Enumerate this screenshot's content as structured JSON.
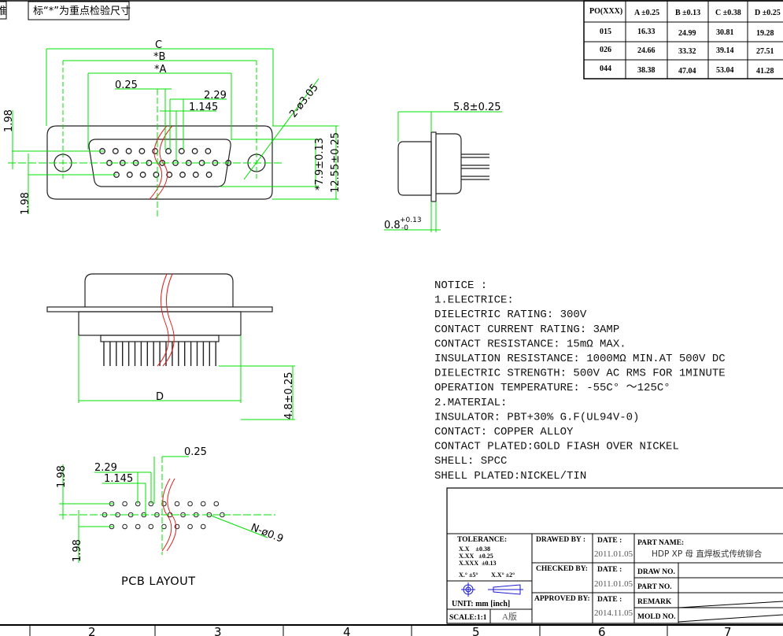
{
  "header": {
    "left_fragment": "准",
    "inspection_note": "标“*”为重点检验尺寸"
  },
  "spec_table": {
    "headers": [
      "PO(XXX)",
      "A ±0.25",
      "B ±0.13",
      "C ±0.38",
      "D ±0.25"
    ],
    "rows": [
      [
        "015",
        "16.33",
        "24.99",
        "30.81",
        "19.28"
      ],
      [
        "026",
        "24.66",
        "33.32",
        "39.14",
        "27.51"
      ],
      [
        "044",
        "38.38",
        "47.04",
        "53.04",
        "41.28"
      ]
    ]
  },
  "front_view": {
    "dims": {
      "c": "C",
      "b": "*B",
      "a": "*A",
      "pitch_025": "0.25",
      "pitch_229": "2.29",
      "pitch_1145": "1.145",
      "hole": "2-ø3.05",
      "height_inner": "*7.9±0.13",
      "height_outer": "12.55±0.25",
      "row_top": "1.98",
      "row_bottom": "1.98"
    }
  },
  "side_view": {
    "dims": {
      "depth": "5.8±0.25",
      "flange": "0.8",
      "flange_tol_plus": "+0.13",
      "flange_tol_minus": "-0"
    }
  },
  "bottom_view": {
    "dims": {
      "d": "D",
      "pin_length": "4.8±0.25"
    }
  },
  "pcb_layout": {
    "title": "PCB LAYOUT",
    "dims": {
      "d229": "2.29",
      "d1145": "1.145",
      "d025": "0.25",
      "hole": "N-ø0.9",
      "row_top": "1.98",
      "row_bottom": "1.98"
    }
  },
  "notice": {
    "lines": [
      "NOTICE :",
      "1.ELECTRICE:",
      "  DIELECTRIC RATING: 300V",
      "  CONTACT CURRENT RATING: 3AMP",
      "  CONTACT RESISTANCE: 15mΩ MAX.",
      "  INSULATION RESISTANCE: 1000MΩ MIN.AT 500V DC",
      "  DIELECTRIC STRENGTH: 500V AC RMS FOR 1MINUTE",
      "OPERATION TEMPERATURE: -55C° ～125C°",
      "2.MATERIAL:",
      "  INSULATOR: PBT+30% G.F(UL94V-0)",
      "  CONTACT: COPPER ALLOY",
      "  CONTACT PLATED:GOLD FIASH OVER NICKEL",
      "  SHELL: SPCC",
      "  SHELL PLATED:NICKEL/TIN"
    ]
  },
  "title_block": {
    "tolerance_label": "TOLERANCE:",
    "tolerances": [
      "X.X    ±0.38",
      "X.XX   ±0.25",
      "X.XXX  ±0.13"
    ],
    "angles": [
      "X.° ±5°",
      "X.X° ±2°"
    ],
    "unit": "UNIT: mm  [inch]",
    "scale": "SCALE:1:1",
    "version": "A版",
    "drawed_by": "DRAWED BY :",
    "checked_by": "CHECKED BY:",
    "approved_by": "APPROVED BY:",
    "date_label": "DATE :",
    "dates": [
      "2011.01.05",
      "2011.01.05",
      "2014.11.05"
    ],
    "part_name_label": "PART NAME:",
    "part_name": "HDP XP 母 直焊板式传统铆合",
    "draw_no": "DRAW NO.",
    "part_no": "PART NO.",
    "remark": "REMARK",
    "mold_no": "MOLD NO."
  },
  "ruler": [
    "2",
    "3",
    "4",
    "5",
    "6",
    "7"
  ],
  "colors": {
    "dimension": "#00e000",
    "break_line": "#e02020",
    "outline": "#222222",
    "symbol": "#1a1acc"
  }
}
